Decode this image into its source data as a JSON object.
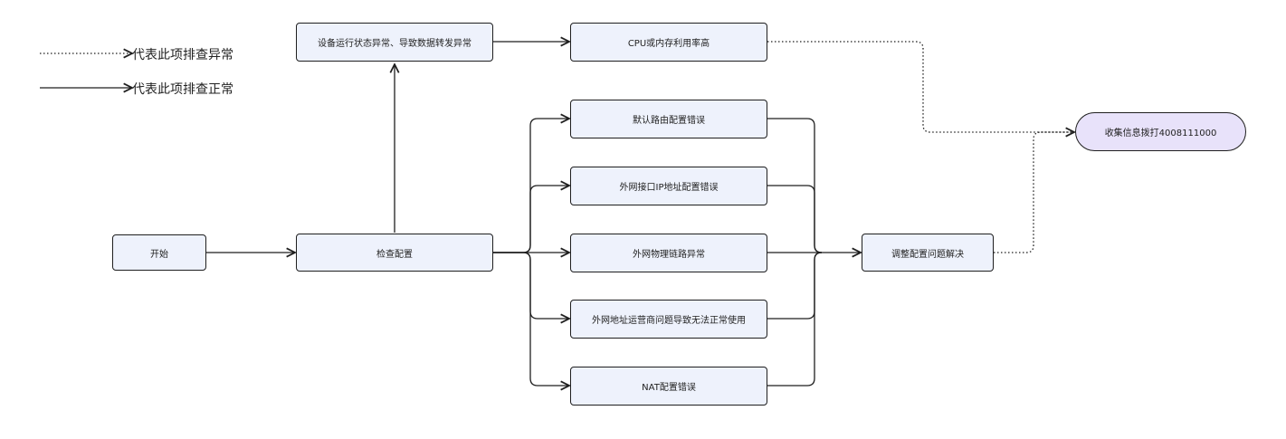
{
  "legend": {
    "dotted_label": "代表此项排查异常",
    "solid_label": "代表此项排查正常"
  },
  "nodes": {
    "start": "开始",
    "check_config": "检查配置",
    "device_abnormal": "设备运行状态异常、导致数据转发异常",
    "cpu_high": "CPU或内存利用率高",
    "default_route": "默认路由配置错误",
    "wan_ip": "外网接口IP地址配置错误",
    "physical_link": "外网物理链路异常",
    "isp_issue": "外网地址运营商问题导致无法正常使用",
    "nat": "NAT配置错误",
    "adjust_config": "调整配置问题解决",
    "collect_info": "收集信息拨打4008111000"
  },
  "colors": {
    "node_fill": "#eef2fc",
    "terminal_fill": "#e8e2fa",
    "stroke": "#1f1f1f"
  }
}
